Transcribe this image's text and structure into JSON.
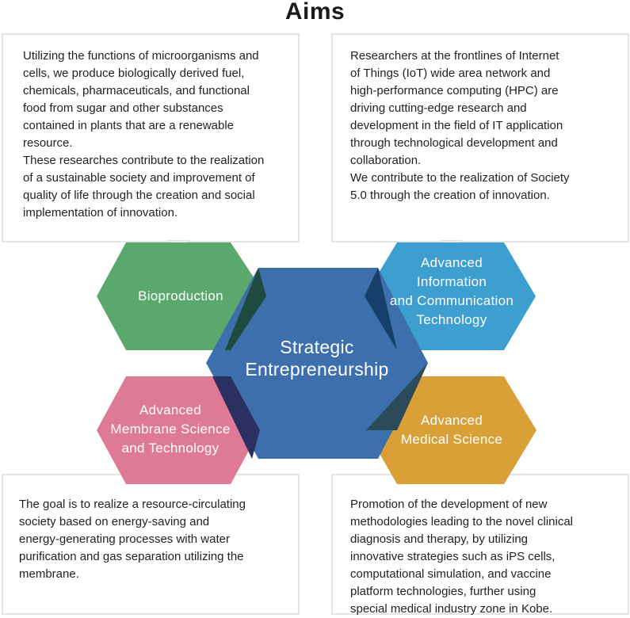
{
  "title": "Aims",
  "colors": {
    "bioproduction": "#5aa86b",
    "info": "#3c9fcf",
    "center": "#3d6fad",
    "membrane": "#df7a96",
    "medical": "#d9a037"
  },
  "boxes": {
    "top_left": "Utilizing the functions of microorganisms and\ncells, we produce biologically derived fuel,\nchemicals, pharmaceuticals, and functional\nfood from sugar and other substances\ncontained in plants that are a renewable\nresource.\nThese researches contribute to the realization\nof a sustainable society and improvement of\nquality of life through the creation and social\nimplementation of innovation.",
    "top_right": "Researchers at the frontlines of Internet\nof Things (IoT) wide area network and\nhigh-performance computing (HPC) are\ndriving cutting-edge research and\ndevelopment in the field of IT application\nthrough technological development and\ncollaboration.\nWe contribute to the realization of Society\n5.0 through the creation of innovation.",
    "bottom_left": "The goal is to realize a resource-circulating\nsociety based on energy-saving and\nenergy-generating processes with water\npurification and gas separation utilizing the\nmembrane.",
    "bottom_right": "Promotion of the development of new\nmethodologies leading to the novel clinical\ndiagnosis and therapy, by utilizing\ninnovative strategies such as iPS cells,\ncomputational simulation, and vaccine\nplatform technologies, further using\nspecial medical industry zone in Kobe."
  },
  "hexagons": {
    "bioproduction": "Bioproduction",
    "info": "Advanced\nInformation\nand Communication\nTechnology",
    "center": "Strategic\nEntrepreneurship",
    "membrane": "Advanced\nMembrane Science\nand Technology",
    "medical": "Advanced\nMedical Science"
  }
}
